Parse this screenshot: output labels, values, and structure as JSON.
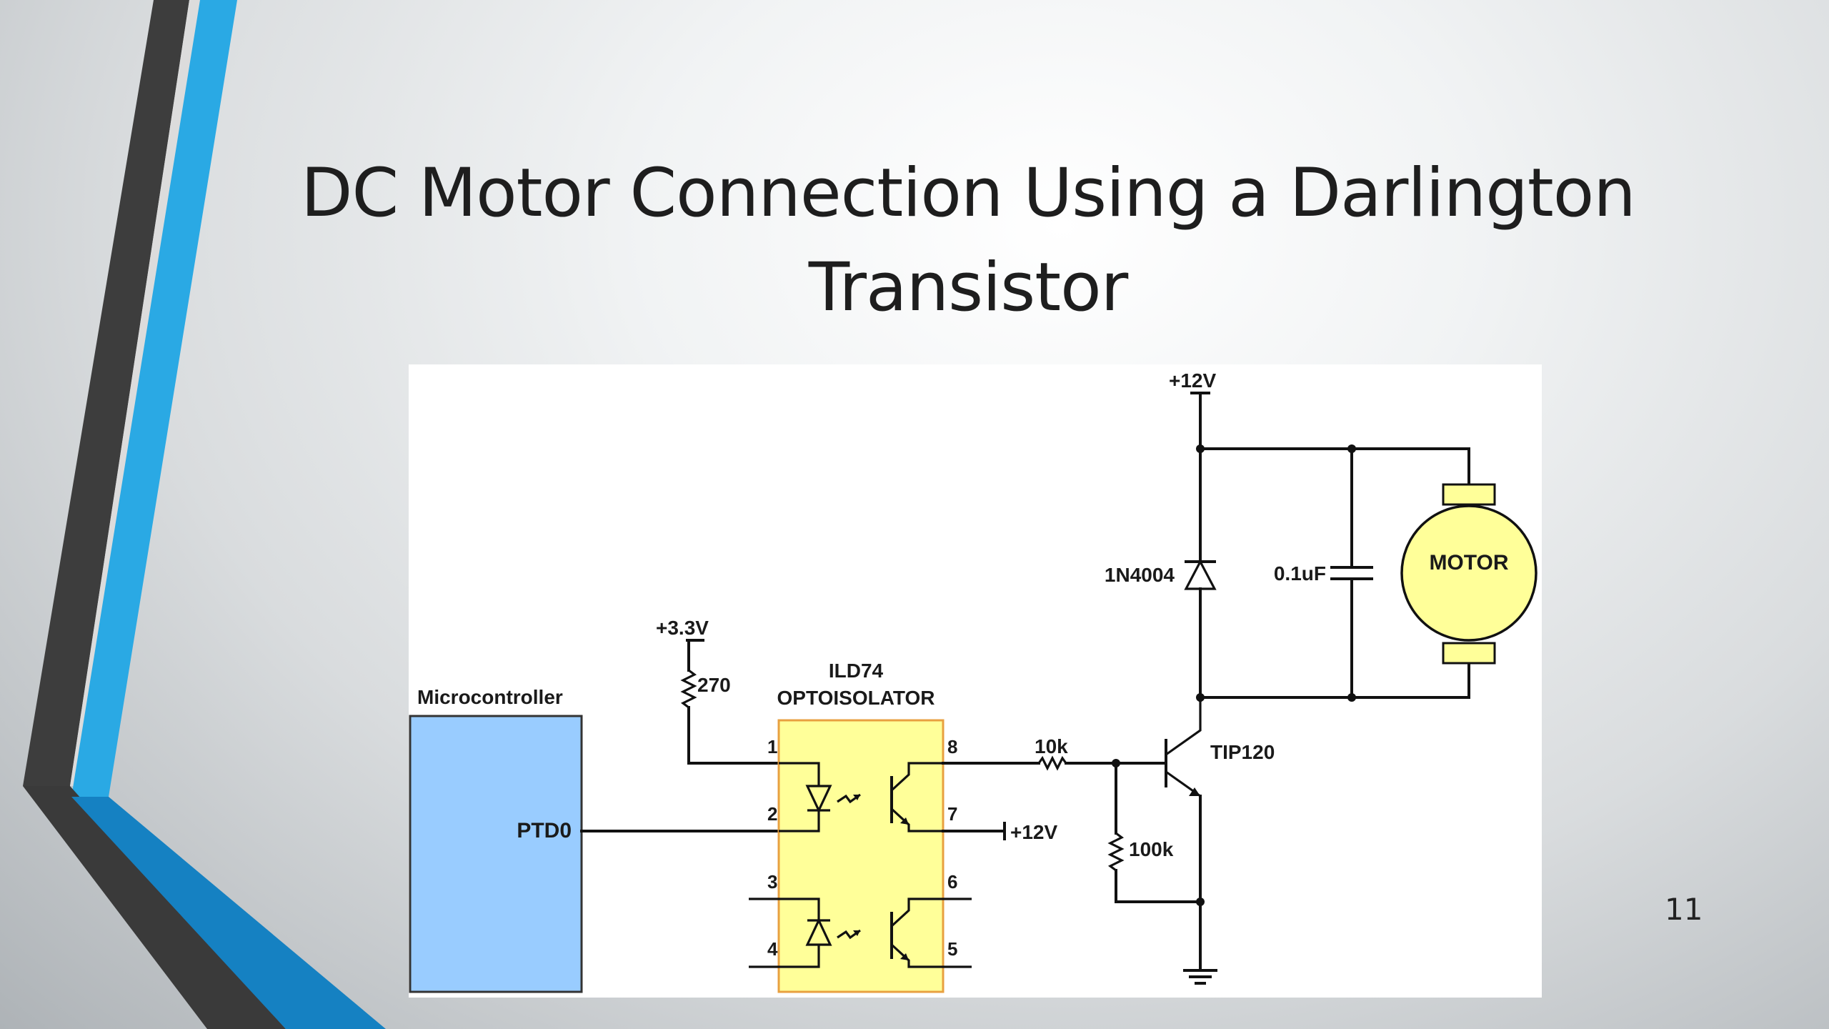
{
  "slide": {
    "title": "DC Motor Connection Using a Darlington Transistor",
    "page_number": "11"
  },
  "diagram": {
    "microcontroller_label": "Microcontroller",
    "microcontroller_pin": "PTD0",
    "supply_3v3": "+3.3V",
    "resistor_270": "270",
    "opto_part": "ILD74",
    "opto_type": "OPTOISOLATOR",
    "opto_pins": [
      "1",
      "2",
      "3",
      "4",
      "5",
      "6",
      "7",
      "8"
    ],
    "resistor_10k": "10k",
    "resistor_100k": "100k",
    "transistor": "TIP120",
    "supply_12v_pin7": "+12V",
    "supply_12v_top": "+12V",
    "diode": "1N4004",
    "capacitor": "0.1uF",
    "motor": "MOTOR"
  },
  "colors": {
    "microcontroller_fill": "#99CCFF",
    "opto_fill": "#FFFF99",
    "opto_border": "#E8A040",
    "motor_fill": "#FFFF99",
    "accent_blue": "#29A8E0",
    "stripe_dark": "#3a3a3a"
  }
}
